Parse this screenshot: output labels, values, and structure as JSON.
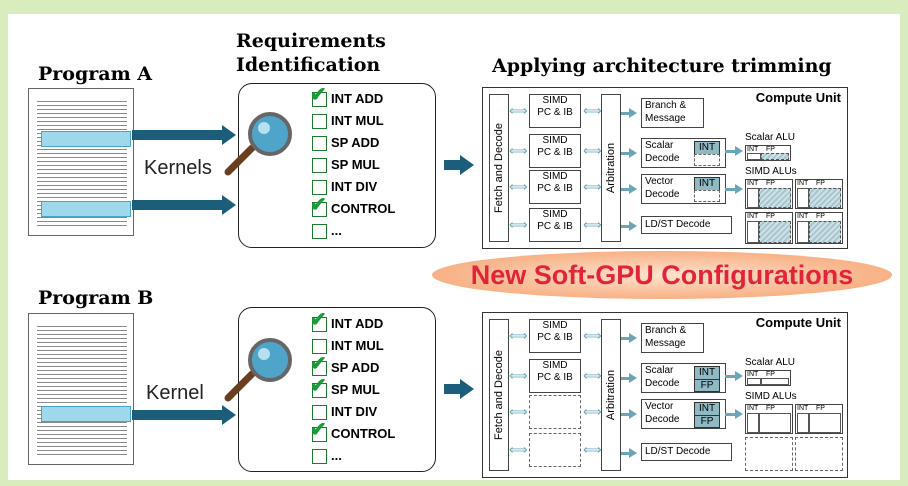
{
  "program_a": {
    "title": "Program A",
    "label": "Kernels"
  },
  "program_b": {
    "title": "Program B",
    "label": "Kernel"
  },
  "requirements": {
    "title_line1": "Requirements",
    "title_line2": "Identification"
  },
  "trimming_title": "Applying architecture trimming",
  "banner": "New Soft-GPU Configurations",
  "checklist_a": [
    {
      "label": "INT ADD",
      "checked": true
    },
    {
      "label": "INT MUL",
      "checked": false
    },
    {
      "label": "SP ADD",
      "checked": false
    },
    {
      "label": "SP MUL",
      "checked": false
    },
    {
      "label": "INT DIV",
      "checked": false
    },
    {
      "label": "CONTROL",
      "checked": true
    },
    {
      "label": "...",
      "checked": false
    }
  ],
  "checklist_b": [
    {
      "label": "INT ADD",
      "checked": true
    },
    {
      "label": "INT MUL",
      "checked": false
    },
    {
      "label": "SP ADD",
      "checked": true
    },
    {
      "label": "SP MUL",
      "checked": true
    },
    {
      "label": "INT DIV",
      "checked": false
    },
    {
      "label": "CONTROL",
      "checked": true
    },
    {
      "label": "...",
      "checked": false
    }
  ],
  "cu": {
    "title": "Compute Unit",
    "fetch": "Fetch and Decode",
    "arb": "Arbitration",
    "simd_line1": "SIMD",
    "simd_line2": "PC & IB",
    "branch_line1": "Branch &",
    "branch_line2": "Message",
    "scalar_line1": "Scalar",
    "scalar_line2": "Decode",
    "vector_line1": "Vector",
    "vector_line2": "Decode",
    "ldst": "LD/ST Decode",
    "int_tag": "INT",
    "fp_tag": "FP",
    "scalar_alu": "Scalar ALU",
    "simd_alus": "SIMD ALUs",
    "int_small": "INT",
    "fp_small": "FP"
  },
  "colors": {
    "accent_arrow": "#1c5d7a",
    "banner_text": "#e1243a",
    "check": "#1a9b3a"
  }
}
